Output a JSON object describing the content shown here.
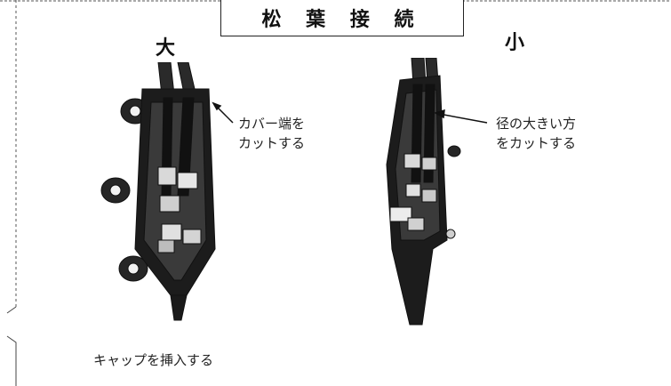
{
  "title": "松 葉 接 続",
  "large": {
    "heading": "大",
    "note_line1": "カバー端を",
    "note_line2": "カットする"
  },
  "small": {
    "heading": "小",
    "note_line1": "径の大きい方",
    "note_line2": "をカットする"
  },
  "caption": "キャップを挿入する"
}
